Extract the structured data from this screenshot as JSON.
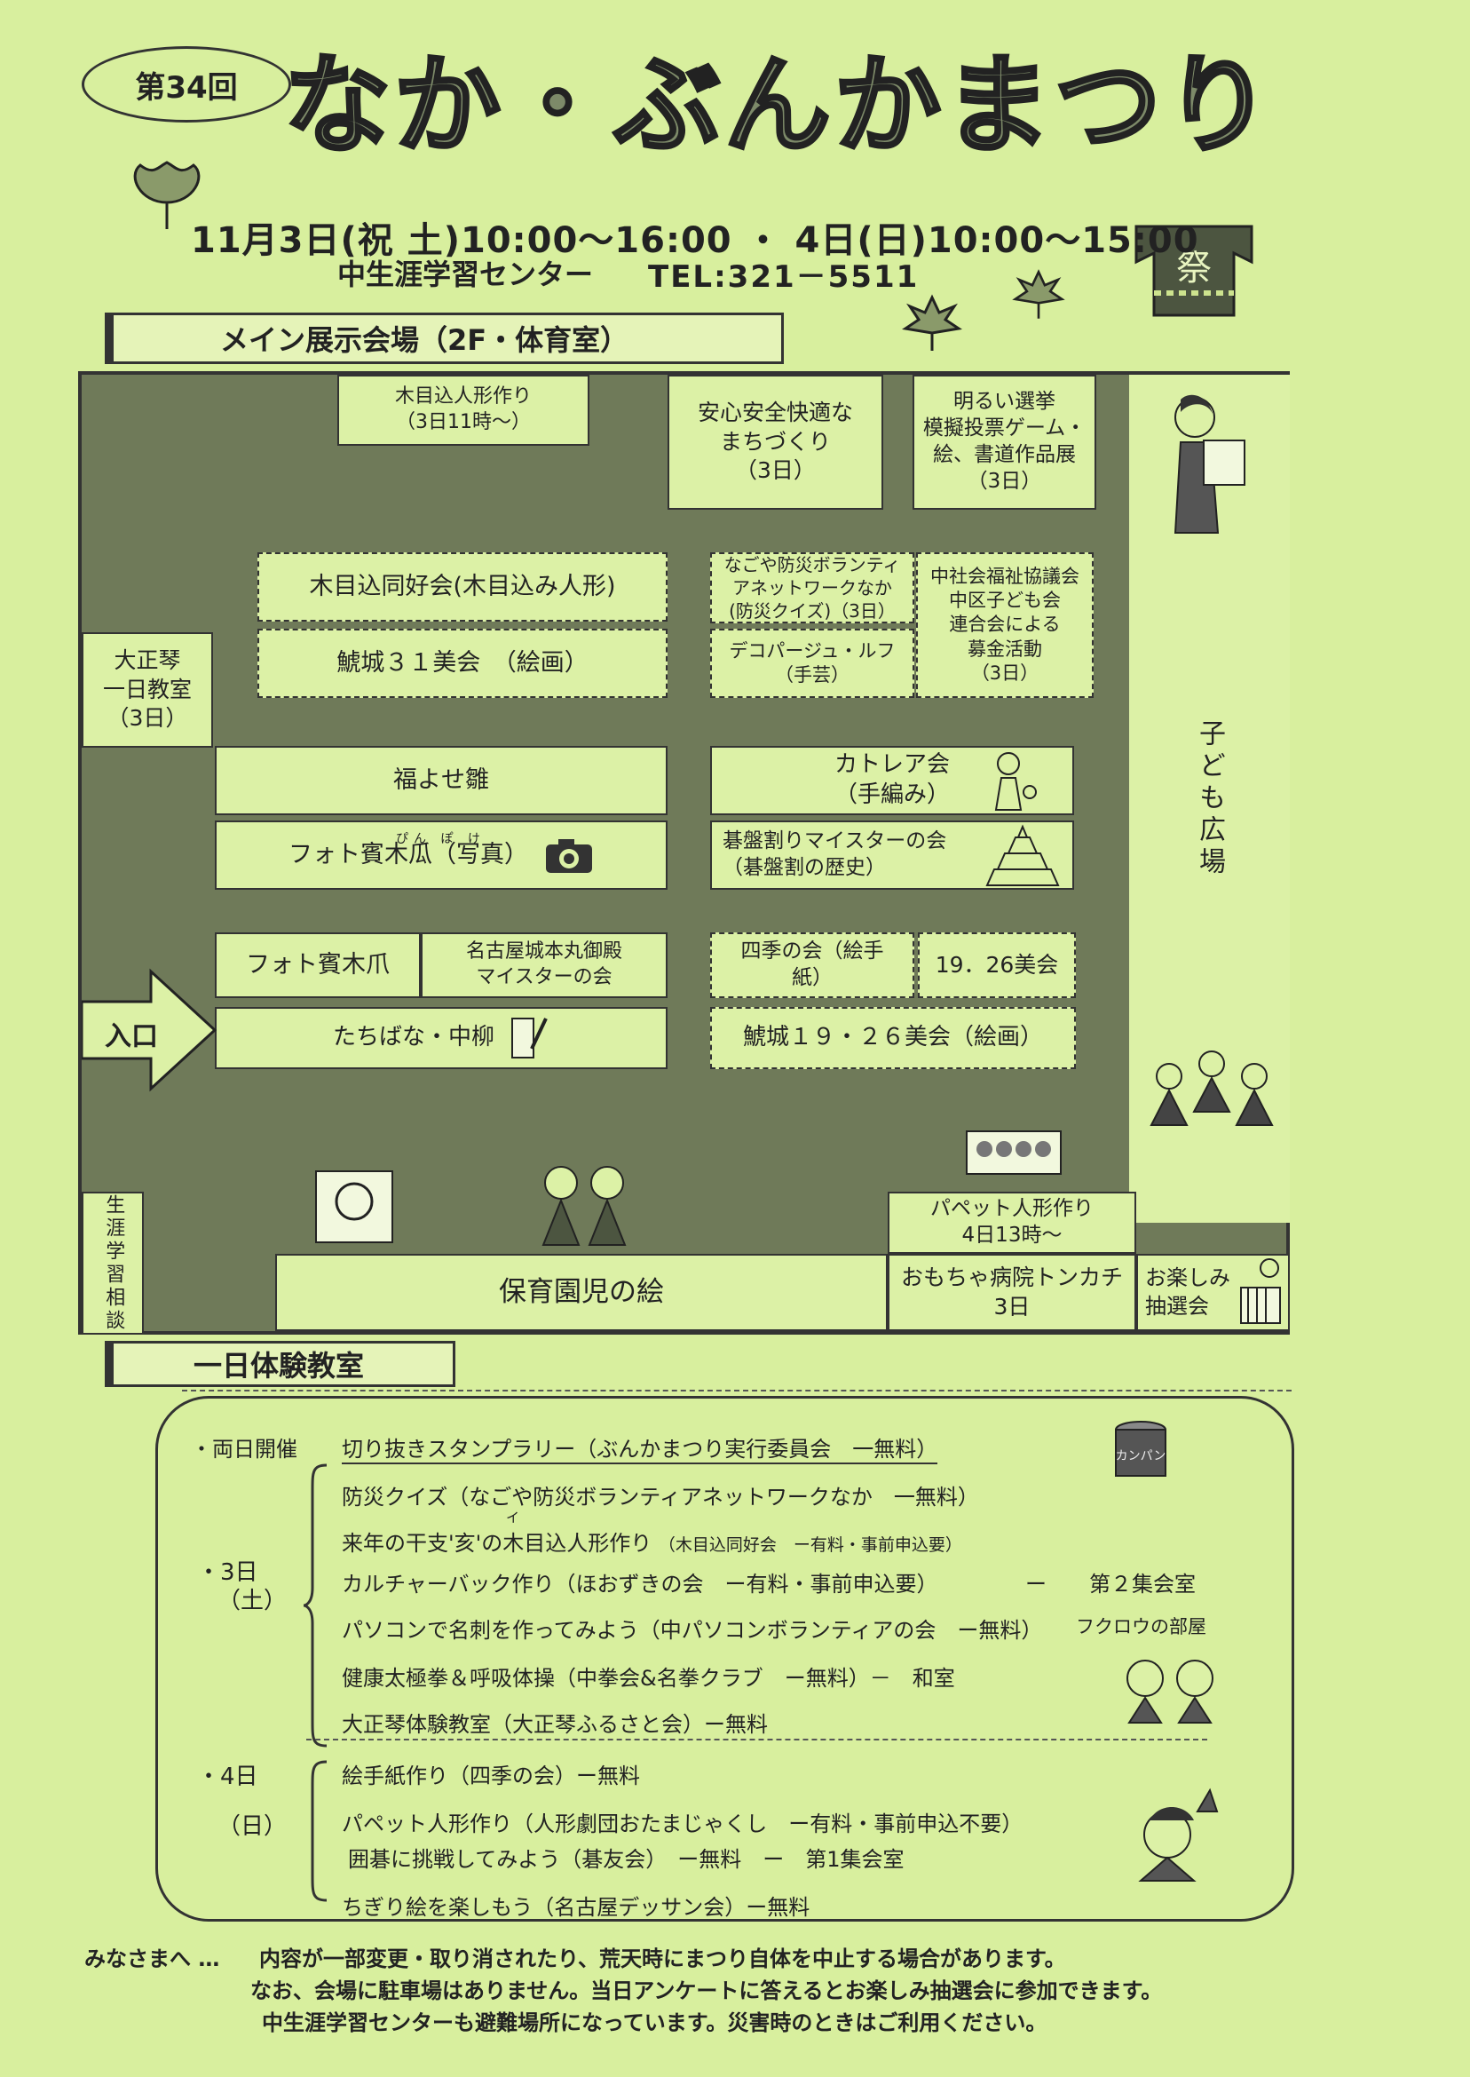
{
  "header": {
    "edition": "第34回",
    "title": "なか・ぶんかまつり",
    "dates": "11月3日(祝 土)10:00～16:00 ・ 4日(日)10:00～15:00",
    "venue": "中生涯学習センター",
    "tel": "TEL:321－5511",
    "festival_mark": "祭"
  },
  "main_hall": {
    "heading": "メイン展示会場（2F・体育室）",
    "entrance": "入口",
    "booths": {
      "kimekomi_doll_making": "木目込人形作り",
      "kimekomi_doll_time": "（3日11時～）",
      "safety_town": "安心安全快適な\nまちづくり\n（3日）",
      "election": "明るい選挙\n模擬投票ゲーム・\n絵、書道作品展\n（3日）",
      "kimekomi_club": "木目込同好会(木目込み人形)",
      "shachi31": "鯱城３１美会　（絵画）",
      "disaster_volunteer": "なごや防災ボランティ\nアネットワークなか\n(防災クイズ)（3日）",
      "decoupage": "デコパージュ・ルフ\n（手芸）",
      "welfare": "中社会福祉協議会\n中区子ども会\n連合会による\n募金活動\n（3日）",
      "taishogoto_day": "大正琴\n一日教室\n（3日）",
      "kids_plaza": "子ども広場",
      "fukuyose": "福よせ雛",
      "photo_ruby": "ぴん ぽ け",
      "photo_hinboke": "フォト賓木瓜（写真）",
      "cattleya": "カトレア会\n（手編み）",
      "goban_master": "碁盤割りマイスターの会\n（碁盤割の歴史）",
      "photo_hinboke2": "フォト賓木爪",
      "nagoya_castle": "名古屋城本丸御殿\nマイスターの会",
      "shiki": "四季の会（絵手\n紙）",
      "bikai1926": "19．26美会",
      "tachibana": "たちばな・中柳",
      "shachi1926": "鯱城１９・２６美会（絵画）",
      "learning_consult": "生涯学習相談",
      "puppet": "パペット人形作り\n4日13時～",
      "nursery": "保育園児の絵",
      "toy_hospital": "おもちゃ病院トンカチ\n3日",
      "lottery": "お楽しみ\n抽選会"
    }
  },
  "experience": {
    "heading": "一日体験教室",
    "both_days_label": "・両日開催",
    "both_days_item": "切り抜きスタンプラリー（ぶんかまつり実行委員会　一無料）",
    "kanpan_label": "カンパン",
    "day3_label": "・3日",
    "day3_sub": "（土）",
    "day3_items": [
      "防災クイズ（なごや防災ボランティアネットワークなか　一無料）",
      "来年の干支'亥'の木目込人形作り",
      "カルチャーバック作り（ほおずきの会　ー有料・事前申込要）",
      "パソコンで名刺を作ってみよう（中パソコンボランティアの会　ー無料）",
      "健康太極拳＆呼吸体操（中拳会&名拳クラブ　ー無料）－　和室",
      "大正琴体験教室（大正琴ふるさと会）ー無料"
    ],
    "day3_item2_note": "（木目込同好会　ー有料・事前申込要）",
    "day3_item2_ruby": "イ",
    "day3_item3_room": "ー　　第２集会室",
    "day3_item4_room": "フクロウの部屋",
    "day4_label": "・4日",
    "day4_sub": "（日）",
    "day4_items": [
      "絵手紙作り（四季の会）ー無料",
      "パペット人形作り（人形劇団おたまじゃくし　ー有料・事前申込不要）",
      "囲碁に挑戦してみよう（碁友会）　ー無料　ー　第1集会室",
      "ちぎり絵を楽しもう（名古屋デッサン会）ー無料"
    ]
  },
  "notes": {
    "lead": "みなさまへ …",
    "lines": [
      "内容が一部変更・取り消されたり、荒天時にまつり自体を中止する場合があります。",
      "なお、会場に駐車場はありません。当日アンケートに答えるとお楽しみ抽選会に参加できます。",
      "中生涯学習センターも避難場所になっています。災害時のときはご利用ください。"
    ]
  },
  "colors": {
    "paper": "#d8ef9e",
    "floor": "#6f7a59",
    "booth": "#dcf1a6",
    "title_fill": "#7d8a69"
  }
}
